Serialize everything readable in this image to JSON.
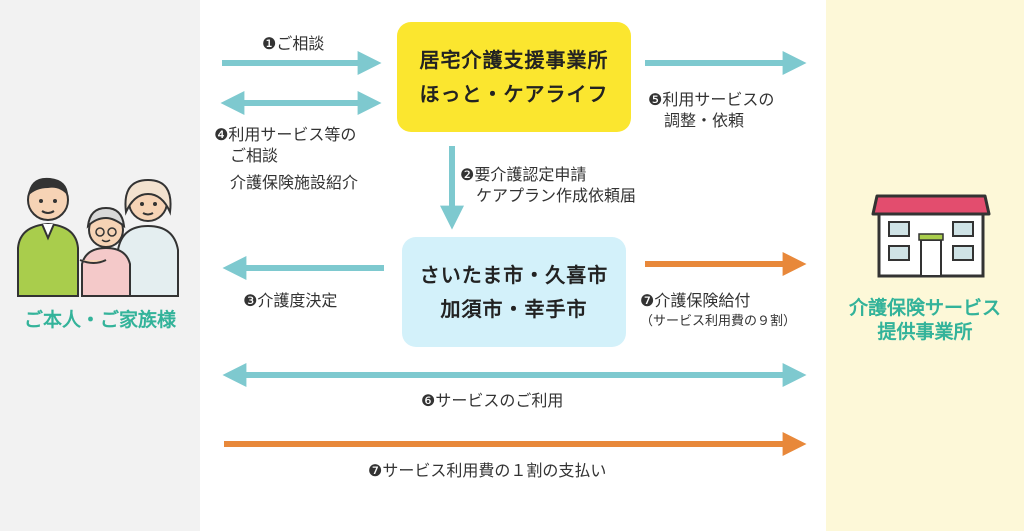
{
  "entities": {
    "left": {
      "label": "ご本人・ご家族様"
    },
    "right": {
      "label_lines": [
        "介護保険サービス",
        "提供事業所"
      ]
    }
  },
  "boxes": {
    "care_office": {
      "lines": [
        "居宅介護支援事業所",
        "ほっと・ケアライフ"
      ]
    },
    "city": {
      "lines": [
        "さいたま市・久喜市",
        "加須市・幸手市"
      ]
    }
  },
  "steps": {
    "s1": {
      "lines": [
        "❶ご相談"
      ]
    },
    "s4": {
      "lines": [
        "❹利用サービス等の",
        "　ご相談",
        "　介護保険施設紹介"
      ]
    },
    "s5": {
      "lines": [
        "❺利用サービスの",
        "　調整・依頼"
      ]
    },
    "s2": {
      "lines": [
        "❷要介護認定申請",
        "　ケアプラン作成依頼届"
      ]
    },
    "s3": {
      "lines": [
        "❸介護度決定"
      ]
    },
    "s7a": {
      "lines": [
        "❼介護保険給付"
      ],
      "note": "（サービス利用費の９割）"
    },
    "s6": {
      "lines": [
        "❻サービスのご利用"
      ]
    },
    "s7b": {
      "lines": [
        "❼サービス利用費の１割の支払い"
      ]
    }
  },
  "colors": {
    "arrow_blue": "#7ec9cf",
    "arrow_orange": "#e8883a",
    "care_box": "#fbe62f",
    "city_box": "#d3f1fa",
    "entity_text": "#33b39a",
    "left_panel": "#f2f2f2",
    "right_panel": "#fdf8d8",
    "roof": "#e34d6e"
  }
}
